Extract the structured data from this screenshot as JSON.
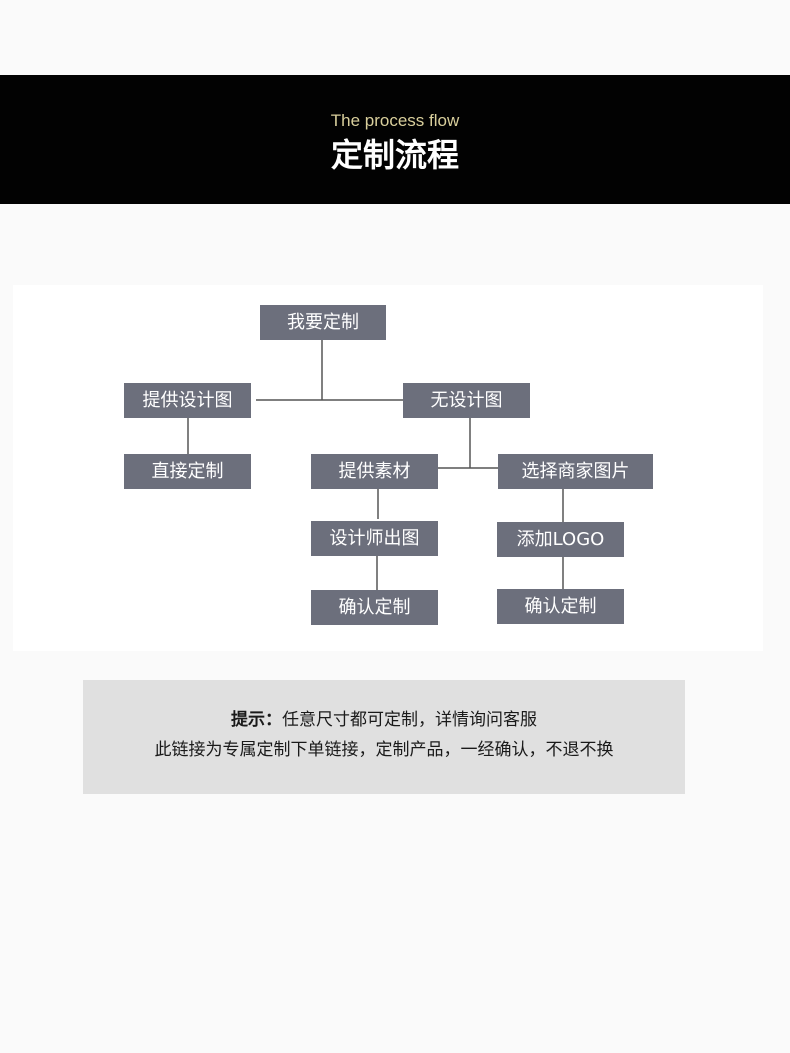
{
  "header": {
    "subtitle": "The process flow",
    "title": "定制流程"
  },
  "diagram": {
    "nodes": {
      "root": "我要定制",
      "provide_design": "提供设计图",
      "no_design": "无设计图",
      "direct_custom": "直接定制",
      "provide_material": "提供素材",
      "choose_merchant_image": "选择商家图片",
      "designer_draws": "设计师出图",
      "add_logo": "添加LOGO",
      "confirm_custom_a": "确认定制",
      "confirm_custom_b": "确认定制"
    },
    "line_color": "#555555",
    "node_color": "#6c6f7c"
  },
  "notice": {
    "label": "提示：",
    "line1": "任意尺寸都可定制，详情询问客服",
    "line2": "此链接为专属定制下单链接，定制产品，一经确认，不退不换"
  }
}
